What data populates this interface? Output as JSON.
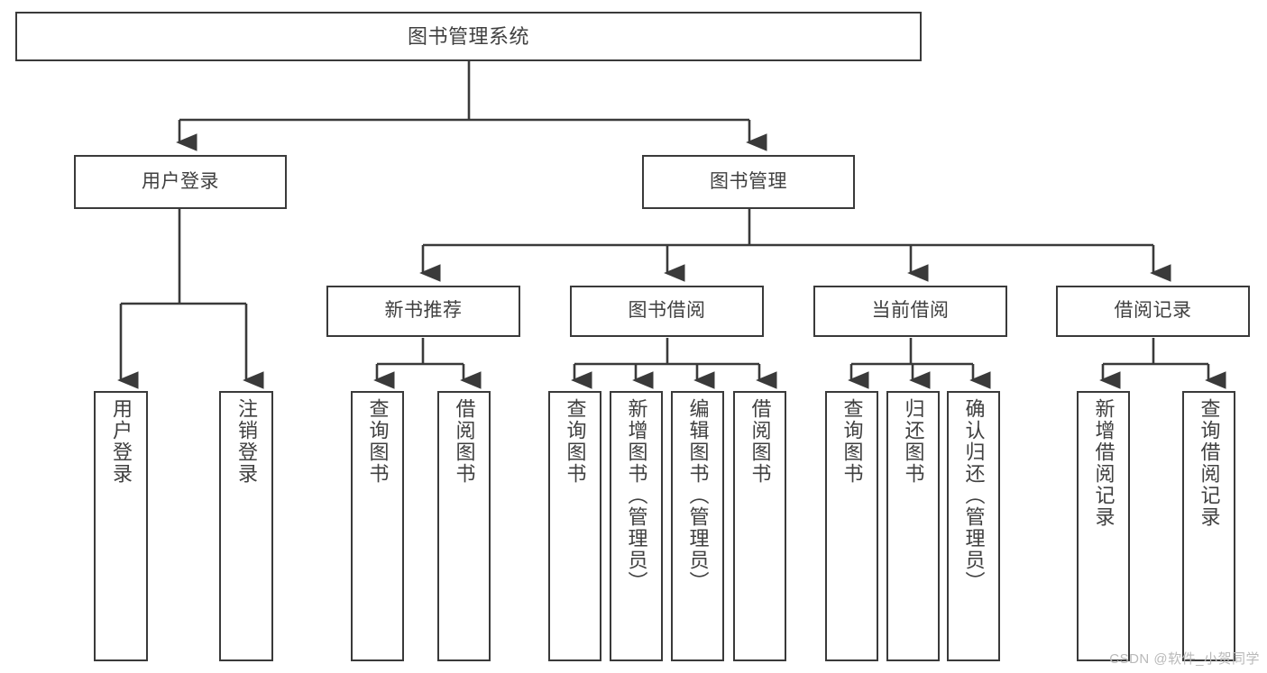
{
  "diagram": {
    "title": "图书管理系统",
    "watermark": "CSDN @软件_小贺同学",
    "line_color": "#3a3a3a",
    "text_color": "#404040",
    "background": "#ffffff",
    "levels": {
      "root": {
        "label": "图书管理系统"
      },
      "level2": [
        {
          "id": "user-login",
          "label": "用户登录"
        },
        {
          "id": "book-manage",
          "label": "图书管理"
        }
      ],
      "level3": [
        {
          "id": "new-book-recommend",
          "label": "新书推荐"
        },
        {
          "id": "book-borrow",
          "label": "图书借阅"
        },
        {
          "id": "current-borrow",
          "label": "当前借阅"
        },
        {
          "id": "borrow-record",
          "label": "借阅记录"
        }
      ],
      "leaves": [
        {
          "id": "leaf-user-login",
          "parent": "user-login",
          "label": "用户登录"
        },
        {
          "id": "leaf-logout",
          "parent": "user-login",
          "label": "注销登录"
        },
        {
          "id": "leaf-query-book-1",
          "parent": "new-book-recommend",
          "label": "查询图书"
        },
        {
          "id": "leaf-borrow-book-1",
          "parent": "new-book-recommend",
          "label": "借阅图书"
        },
        {
          "id": "leaf-query-book-2",
          "parent": "book-borrow",
          "label": "查询图书"
        },
        {
          "id": "leaf-add-book",
          "parent": "book-borrow",
          "label": "新增图书（管理员）"
        },
        {
          "id": "leaf-edit-book",
          "parent": "book-borrow",
          "label": "编辑图书（管理员）"
        },
        {
          "id": "leaf-borrow-book-2",
          "parent": "book-borrow",
          "label": "借阅图书"
        },
        {
          "id": "leaf-query-book-3",
          "parent": "current-borrow",
          "label": "查询图书"
        },
        {
          "id": "leaf-return-book",
          "parent": "current-borrow",
          "label": "归还图书"
        },
        {
          "id": "leaf-confirm-return",
          "parent": "current-borrow",
          "label": "确认归还（管理员）"
        },
        {
          "id": "leaf-add-record",
          "parent": "borrow-record",
          "label": "新增借阅记录"
        },
        {
          "id": "leaf-query-record",
          "parent": "borrow-record",
          "label": "查询借阅记录"
        }
      ]
    }
  }
}
